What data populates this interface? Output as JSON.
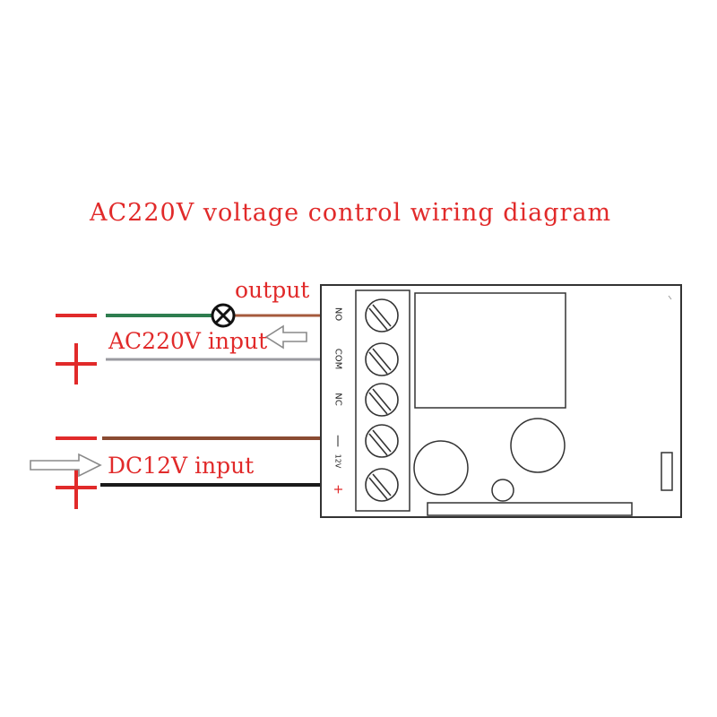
{
  "title": "AC220V voltage control wiring diagram",
  "labels": {
    "output": "output",
    "ac_input": "AC220V input",
    "dc_input": "DC12V input"
  },
  "terminals": [
    "NO",
    "COM",
    "NC",
    "—",
    "12V",
    "+"
  ],
  "colors": {
    "text_red": "#e12a2a",
    "wire_green": "#2e7d4f",
    "wire_rust": "#a55a3c",
    "wire_grey": "#9a9aa0",
    "wire_brown": "#8a4b32",
    "wire_black": "#1a1a1a",
    "outline": "#333333"
  },
  "icons": [
    "lamp-icon",
    "arrow-left-icon",
    "arrow-right-icon"
  ]
}
